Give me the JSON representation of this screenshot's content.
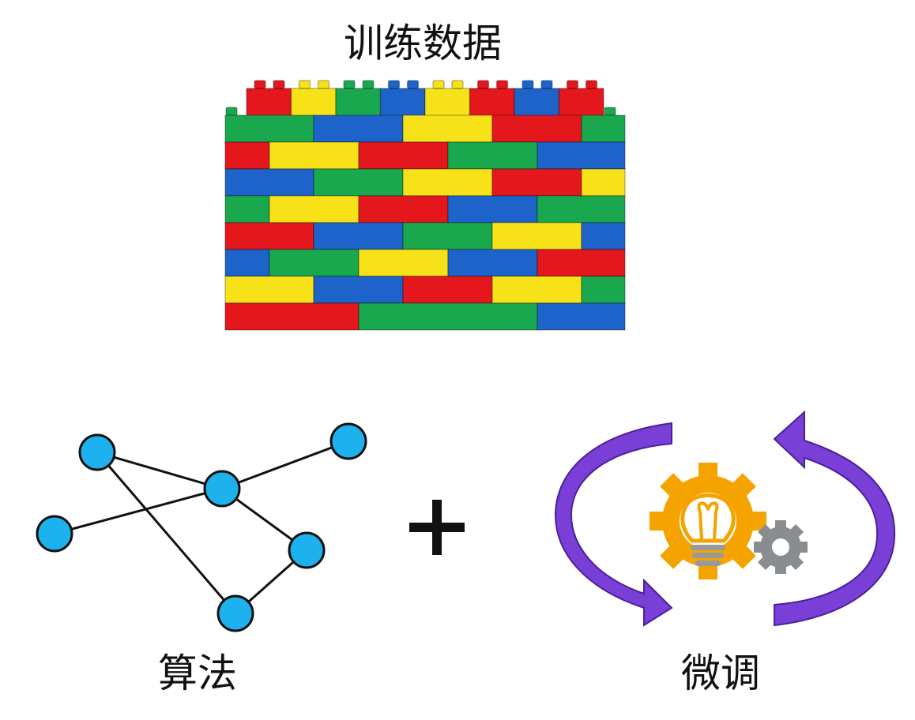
{
  "title": "训练数据",
  "algorithm_label": "算法",
  "finetune_label": "微调",
  "colors": {
    "red": "#e3171c",
    "yellow": "#f7e21a",
    "green": "#1aa84f",
    "blue": "#1e63c9",
    "node_fill": "#1db2ee",
    "arrow_purple": "#7a3fd6",
    "gear_orange": "#f5a300",
    "gear_gray": "#8a8d90"
  },
  "icons": [
    "lego-brick-wall",
    "network-graph",
    "plus-icon",
    "cycle-arrows-icon",
    "lightbulb-gear-icon",
    "gear-icon"
  ]
}
